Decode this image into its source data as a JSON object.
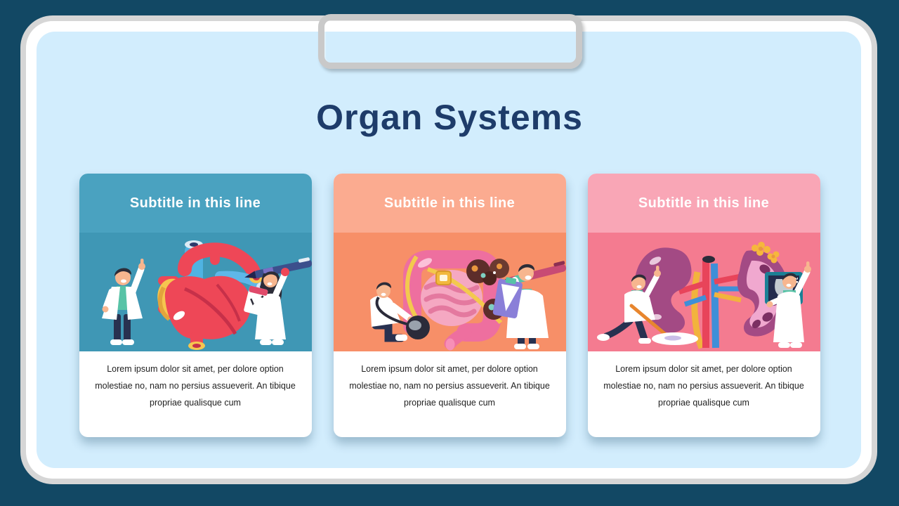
{
  "slide": {
    "title": "Organ Systems",
    "colors": {
      "page_background": "#124864",
      "frame": "#ffffff",
      "frame_shadow": "#d6d6d6",
      "panel": "#d2edfd",
      "clip_border": "#c9c9c9",
      "title_text": "#1e3c6a",
      "card_body_text": "#1f1f1f"
    }
  },
  "cards": [
    {
      "subtitle": "Subtitle in this line",
      "body": "Lorem  ipsum dolor sit amet, per  dolore option molestiae no, nam no persius assueverit. An tibique propriae qualisque cum",
      "illustration": "cardiovascular-heart-with-doctors",
      "header_color": "#4aa2c0",
      "illustration_bg": "#3f97b5"
    },
    {
      "subtitle": "Subtitle in this line",
      "body": "Lorem  ipsum dolor sit amet, per  dolore option molestiae no, nam no persius assueverit. An tibique propriae qualisque cum",
      "illustration": "digestive-intestine-with-doctors",
      "header_color": "#fbab90",
      "illustration_bg": "#f78f68"
    },
    {
      "subtitle": "Subtitle in this line",
      "body": "Lorem  ipsum dolor sit amet, per  dolore option molestiae no, nam no persius assueverit. An tibique propriae qualisque cum",
      "illustration": "renal-kidneys-with-doctors",
      "header_color": "#f9a6b6",
      "illustration_bg": "#f47b90"
    }
  ]
}
